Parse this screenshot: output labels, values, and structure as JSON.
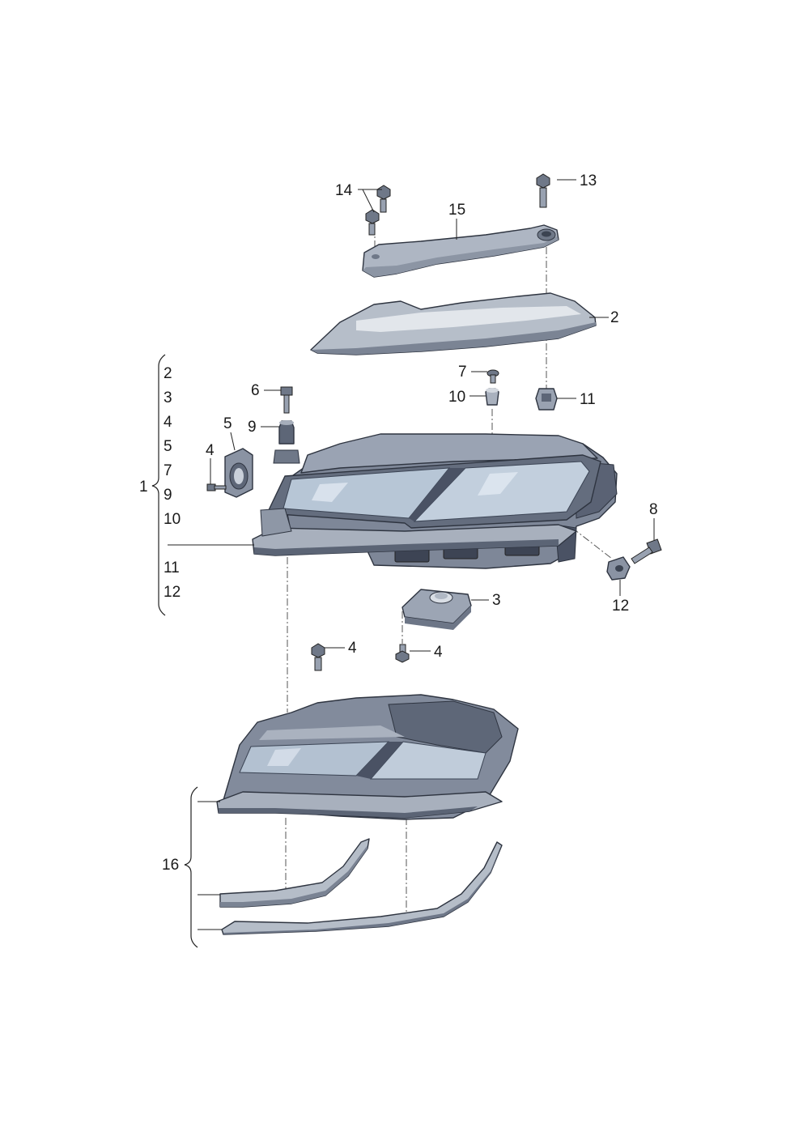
{
  "colors": {
    "housing": "#8f98a8",
    "housing_light": "#c3cad6",
    "housing_dark": "#5c6577",
    "glass": "#b9c7d6",
    "glass_dark": "#7f8fa3",
    "trim": "#d8dde4",
    "line": "#222222"
  },
  "callouts": {
    "n1": "1",
    "n2": "2",
    "n3": "3",
    "n4": "4",
    "n5": "5",
    "n6": "6",
    "n7": "7",
    "n8": "8",
    "n9": "9",
    "n10": "10",
    "n11": "11",
    "n12": "12",
    "n13": "13",
    "n14": "14",
    "n15": "15",
    "n16": "16"
  },
  "group1": [
    "2",
    "3",
    "4",
    "5",
    "7",
    "9",
    "10",
    "11",
    "12"
  ]
}
